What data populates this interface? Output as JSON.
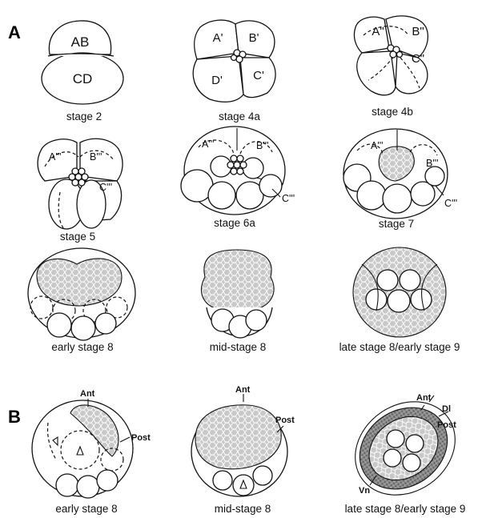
{
  "panels": {
    "a": "A",
    "b": "B"
  },
  "stages": {
    "stage2": {
      "caption": "stage 2",
      "cells": [
        "AB",
        "CD"
      ]
    },
    "stage4a": {
      "caption": "stage 4a",
      "cells": [
        "A'",
        "B'",
        "C'",
        "D'"
      ]
    },
    "stage4b": {
      "caption": "stage 4b",
      "cells": [
        "A\"",
        "B\"",
        "C\""
      ]
    },
    "stage5": {
      "caption": "stage 5",
      "cells": [
        "A'''",
        "B'''",
        "C'''"
      ]
    },
    "stage6a": {
      "caption": "stage 6a",
      "cells": [
        "A'''",
        "B'''",
        "C'''"
      ]
    },
    "stage7": {
      "caption": "stage 7",
      "cells": [
        "A'''",
        "B'''",
        "C'''"
      ]
    },
    "early8": {
      "caption": "early stage 8"
    },
    "mid8": {
      "caption": "mid-stage 8"
    },
    "late8": {
      "caption": "late stage 8/early stage 9"
    }
  },
  "panel_b": {
    "early": {
      "caption": "early stage 8",
      "labels": [
        "Ant",
        "Post"
      ]
    },
    "mid": {
      "caption": "mid-stage 8",
      "labels": [
        "Ant",
        "Post"
      ]
    },
    "late": {
      "caption": "late stage 8/early stage 9",
      "labels": [
        "Ant",
        "Dl",
        "Post",
        "Vn"
      ]
    }
  }
}
